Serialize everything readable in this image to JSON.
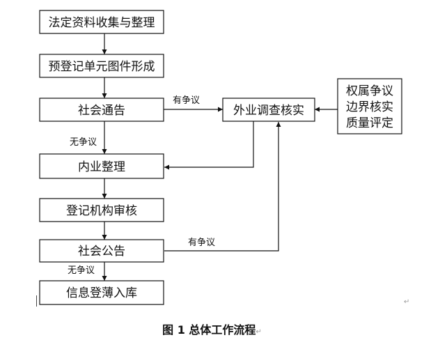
{
  "nodes": {
    "collect": "法定资料收集与整理",
    "preregister": "预登记单元图件形成",
    "notice": "社会通告",
    "field_survey": "外业调查核实",
    "disputes": [
      "权属争议",
      "边界核实",
      "质量评定"
    ],
    "office": "内业整理",
    "review": "登记机构审核",
    "announce": "社会公告",
    "archive": "信息登薄入库"
  },
  "edges": {
    "notice_dispute": "有争议",
    "notice_nodispute": "无争议",
    "announce_dispute": "有争议",
    "announce_nodispute": "无争议"
  },
  "caption": {
    "figure": "图 1 总体工作流程",
    "para_mark": "↵"
  },
  "marks": {
    "corner": "↵"
  },
  "colors": {
    "line": "#111111",
    "text": "#111111",
    "background": "#ffffff"
  }
}
